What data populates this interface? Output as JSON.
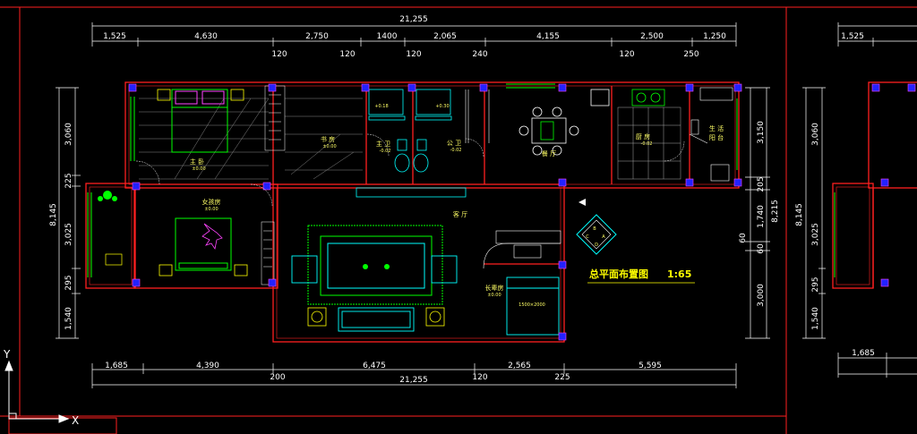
{
  "colors": {
    "background": "#000000",
    "wall": "#ff2020",
    "dimension": "#ffffff",
    "fixture": "#00ffff",
    "green": "#00ff00",
    "label": "#ffff66",
    "marker": "#2222ff"
  },
  "drawing": {
    "title": "总平面布置图",
    "scale": "1:65",
    "compass": {
      "a": "A",
      "b": "B",
      "c": "C",
      "d": "D"
    }
  },
  "dims_top": {
    "total": "21,255",
    "segments": [
      "1,525",
      "4,630",
      "2,750",
      "1400",
      "2,065",
      "4,155",
      "2,500",
      "1,250"
    ],
    "sub": [
      "120",
      "120",
      "120",
      "240",
      "120",
      "250"
    ]
  },
  "dims_bottom": {
    "segments": [
      "1,685",
      "4,390",
      "6,475",
      "2,565",
      "5,595"
    ],
    "sub": [
      "200",
      "120",
      "225"
    ],
    "total": "21,255"
  },
  "dims_left": {
    "total": "8,145",
    "segments": [
      "3,060",
      "225",
      "3,025",
      "295",
      "1,540"
    ]
  },
  "dims_right": {
    "segments": [
      "3,150",
      "205",
      "1,740",
      "60",
      "3,000"
    ],
    "total": "8,215",
    "extra": "60"
  },
  "dims_right_panel": {
    "top": "1,525",
    "left": [
      "3,060",
      "8,145",
      "3,025",
      "295",
      "1,540"
    ],
    "bottom": "1,685"
  },
  "rooms": {
    "master_bed": "主 卧",
    "study": "书 房",
    "master_bath": "主 卫",
    "public_bath": "公 卫",
    "dining": "餐 厅",
    "kitchen": "厨 房",
    "utility_balcony_1": "生 活",
    "utility_balcony_2": "阳 台",
    "children_room": "女孩房",
    "living_room": "客 厅",
    "elder_room": "长辈房"
  },
  "elevations": {
    "master_bed": "±0.00",
    "study": "±0.00",
    "master_bath": "-0.02",
    "public_bath": "-0.02",
    "kitchen": "-0.02",
    "children_room": "±0.00",
    "elder_room": "±0.00",
    "bath_ceiling_1": "+0.18",
    "bath_ceiling_2": "+0.30"
  },
  "annotations": {
    "bed_size": "1500×2000"
  },
  "ucs": {
    "x": "X",
    "y": "Y"
  }
}
